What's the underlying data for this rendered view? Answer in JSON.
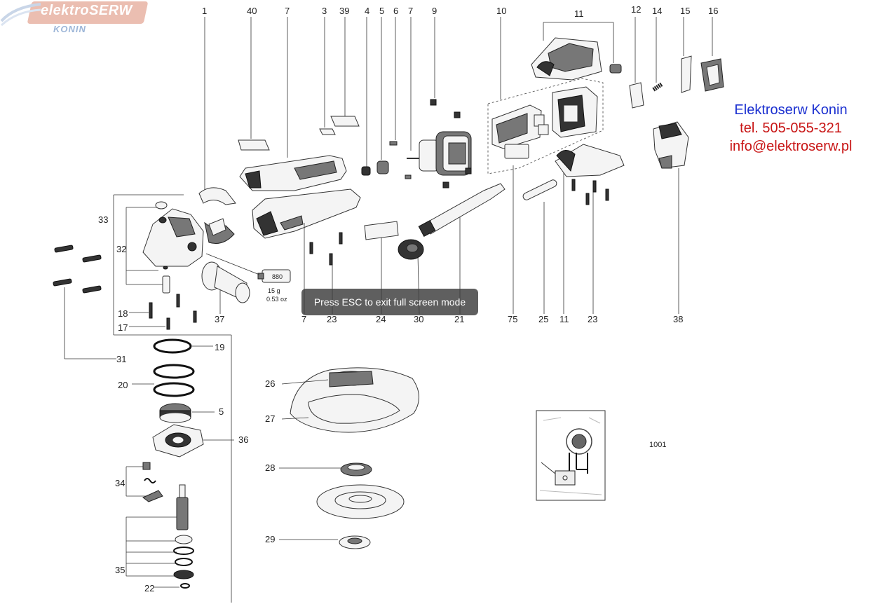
{
  "logo": {
    "brand_italic_prefix": "elektro",
    "brand_bold": "SERW",
    "city": "KONIN"
  },
  "contact": {
    "company": "Elektroserw Konin",
    "phone": "tel. 505-055-321",
    "email": "info@elektroserw.pl",
    "company_color": "#1a2fd0",
    "detail_color": "#c81414"
  },
  "overlay": {
    "fullscreen_hint": "Press ESC to exit full screen mode"
  },
  "diagram": {
    "drawing_number": "1001",
    "grease_tube": {
      "code": "880",
      "weight_g": "15 g",
      "weight_oz": "0.53 oz"
    },
    "top_labels": [
      "1",
      "40",
      "7",
      "3",
      "39",
      "4",
      "5",
      "6",
      "7",
      "9",
      "10",
      "11",
      "12",
      "14",
      "15",
      "16"
    ],
    "bottom_row_labels": [
      "37",
      "7",
      "23",
      "24",
      "30",
      "21",
      "75",
      "25",
      "11",
      "23",
      "38"
    ],
    "left_labels": [
      "33",
      "32",
      "18",
      "17",
      "31",
      "19",
      "20",
      "5",
      "36",
      "34",
      "35",
      "22"
    ],
    "guard_labels": [
      "26",
      "27",
      "28",
      "29"
    ]
  }
}
